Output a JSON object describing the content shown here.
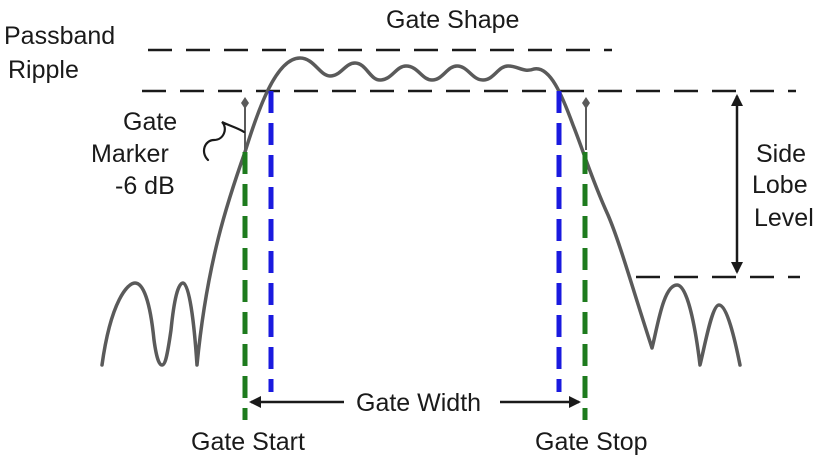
{
  "labels": {
    "passband": "Passband",
    "ripple": "Ripple",
    "gate_shape": "Gate Shape",
    "marker_gate": "Gate",
    "marker_marker": "Marker",
    "marker_db": "-6 dB",
    "side": "Side",
    "lobe": "Lobe",
    "level": "Level",
    "gate_width": "Gate Width",
    "gate_start": "Gate Start",
    "gate_stop": "Gate Stop"
  },
  "colors": {
    "curve": "#5a5a5a",
    "reference_lines": "#1a1a1a",
    "gate_start_stop": "#1e7b1e",
    "gate_markers_6db": "#1a1adf",
    "text": "#1a1a1a"
  }
}
